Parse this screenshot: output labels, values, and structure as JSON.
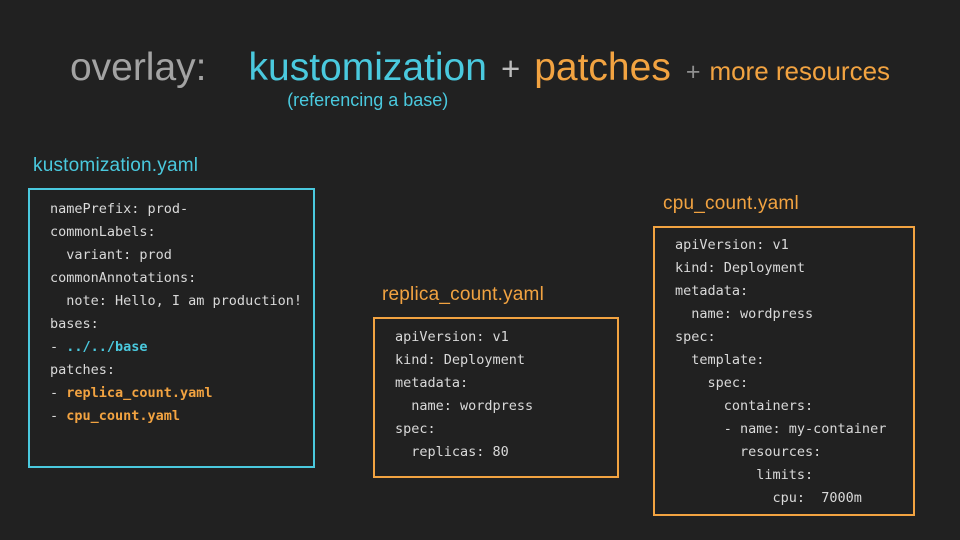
{
  "colors": {
    "bg": "#212121",
    "cyan": "#4ac9de",
    "orange": "#f2a341",
    "title-gray": "#a3a3a3",
    "plus-light": "#bdbdbd",
    "plus-dim": "#8f8f8f",
    "code-text": "#d9d9d9"
  },
  "title": {
    "overlay": "overlay:",
    "kustomization": "kustomization",
    "plus1": "+",
    "patches": "patches",
    "plus2": "+",
    "more": "more resources",
    "subtitle": "(referencing a base)"
  },
  "files": {
    "kustomization": {
      "label": "kustomization.yaml",
      "lines": [
        {
          "pre": "namePrefix: prod-"
        },
        {
          "pre": "commonLabels:"
        },
        {
          "pre": "  variant: prod"
        },
        {
          "pre": "commonAnnotations:"
        },
        {
          "pre": "  note: Hello, I am production!"
        },
        {
          "pre": "bases:"
        },
        {
          "pre": "- ",
          "hl": "../../base"
        },
        {
          "pre": "patches:"
        },
        {
          "pre": "- ",
          "hl": "replica_count.yaml"
        },
        {
          "pre": "- ",
          "hl": "cpu_count.yaml"
        }
      ]
    },
    "replica": {
      "label": "replica_count.yaml",
      "lines": [
        {
          "pre": "apiVersion: v1"
        },
        {
          "pre": "kind: Deployment"
        },
        {
          "pre": "metadata:"
        },
        {
          "pre": "  name: wordpress"
        },
        {
          "pre": "spec:"
        },
        {
          "pre": "  replicas: 80"
        }
      ]
    },
    "cpu": {
      "label": "cpu_count.yaml",
      "lines": [
        {
          "pre": "apiVersion: v1"
        },
        {
          "pre": "kind: Deployment"
        },
        {
          "pre": "metadata:"
        },
        {
          "pre": "  name: wordpress"
        },
        {
          "pre": "spec:"
        },
        {
          "pre": "  template:"
        },
        {
          "pre": "    spec:"
        },
        {
          "pre": "      containers:"
        },
        {
          "pre": "      - name: my-container"
        },
        {
          "pre": "        resources:"
        },
        {
          "pre": "          limits:"
        },
        {
          "pre": "            cpu:  7000m"
        }
      ]
    }
  }
}
